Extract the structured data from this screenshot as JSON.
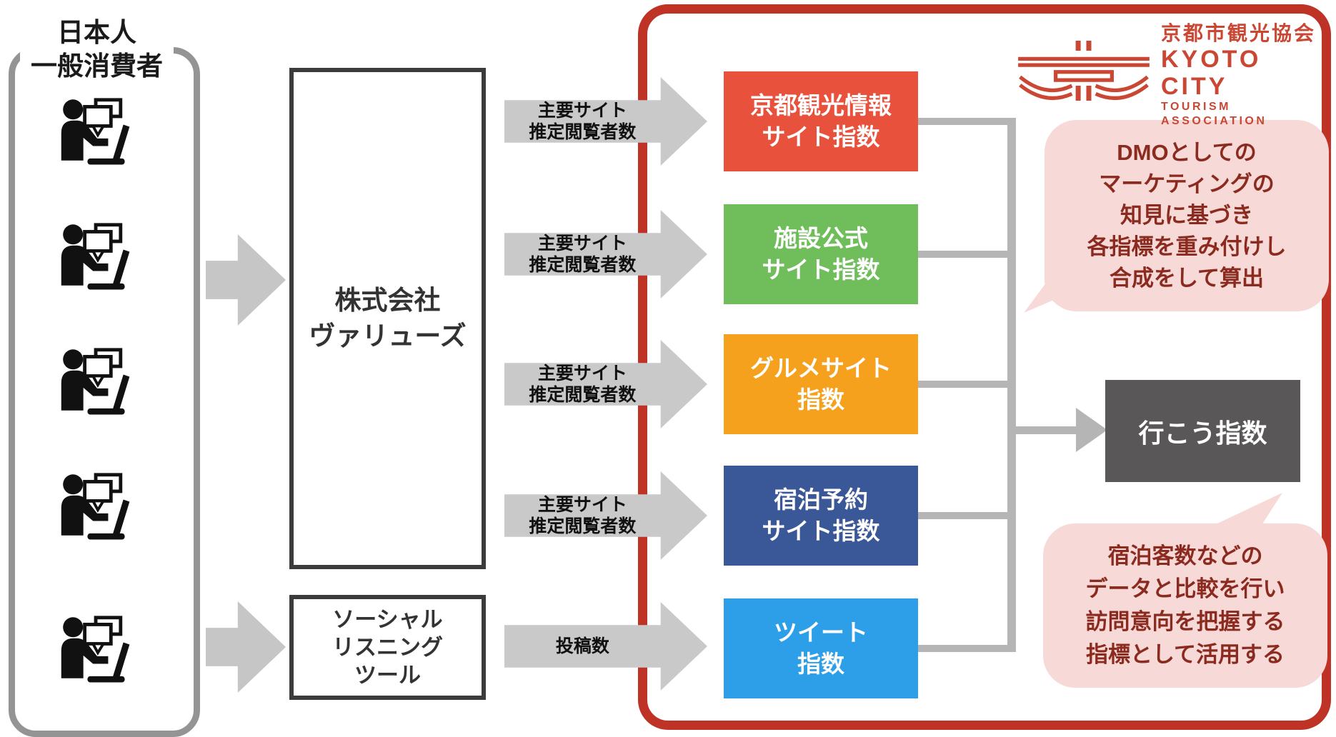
{
  "consumers": {
    "title_lines": [
      "日本人",
      "一般消費者"
    ]
  },
  "processors": {
    "values_company_lines": [
      "株式会社",
      "ヴァリューズ"
    ],
    "social_tool_lines": [
      "ソーシャル",
      "リスニング",
      "ツール"
    ]
  },
  "flow_labels": {
    "site_viewers_lines": [
      "主要サイト",
      "推定閲覧者数"
    ],
    "posts": "投稿数"
  },
  "indices": [
    {
      "lines": [
        "京都観光情報",
        "サイト指数"
      ],
      "color": "#e8513c"
    },
    {
      "lines": [
        "施設公式",
        "サイト指数"
      ],
      "color": "#70be5b"
    },
    {
      "lines": [
        "グルメサイト",
        "指数"
      ],
      "color": "#f5a11d"
    },
    {
      "lines": [
        "宿泊予約",
        "サイト指数"
      ],
      "color": "#3a5898"
    },
    {
      "lines": [
        "ツイート",
        "指数"
      ],
      "color": "#2c9fe8"
    }
  ],
  "output": {
    "label": "行こう指数",
    "bg": "#595757"
  },
  "notes": {
    "weighting_lines": [
      "DMOとしての",
      "マーケティングの",
      "知見に基づき",
      "各指標を重み付けし",
      "合成をして算出"
    ],
    "usage_lines": [
      "宿泊客数などの",
      "データと比較を行い",
      "訪問意向を把握する",
      "指標として活用する"
    ]
  },
  "logo": {
    "jp": "京都市観光協会",
    "en_line1": "KYOTO CITY",
    "en_line2": "TOURISM ASSOCIATION",
    "color": "#c94733"
  },
  "colors": {
    "red_frame_border": "#bf3226",
    "gray_frame_border": "#949494",
    "arrow_gray": "#c9c9c9",
    "connector_gray": "#b5b5b5",
    "bubble_pink": "#f7d9d8",
    "bubble_text": "#8b2a1f"
  }
}
